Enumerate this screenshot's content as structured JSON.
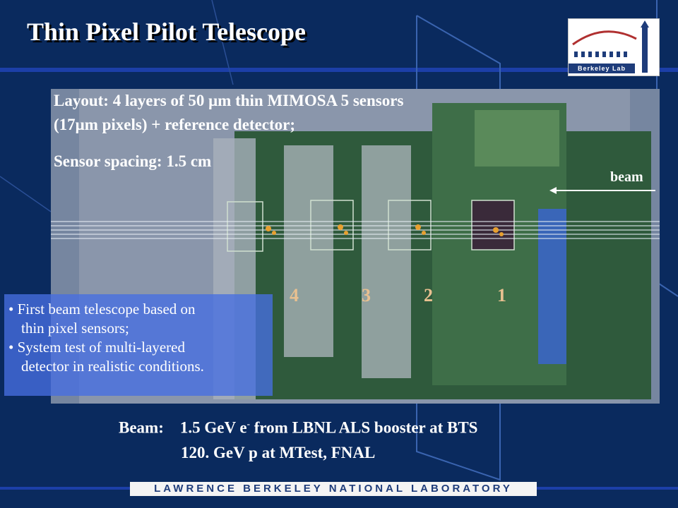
{
  "slide": {
    "title": "Thin Pixel Pilot Telescope",
    "logo_text": "Berkeley Lab",
    "layout_line1": "Layout: 4 layers of 50 μm thin MIMOSA 5 sensors",
    "layout_line2": "(17μm pixels) + reference detector;",
    "spacing": "Sensor spacing: 1.5 cm",
    "beam_label": "beam",
    "sensor_numbers": [
      "4",
      "3",
      "2",
      "1"
    ],
    "bullets": [
      {
        "line1": "• First beam telescope based on",
        "line2": "thin pixel sensors;"
      },
      {
        "line1": "• System test of multi-layered",
        "line2": "detector in realistic conditions."
      }
    ],
    "beam_info_prefix": "Beam:",
    "beam_info_line1_a": "1.5 GeV e",
    "beam_info_line1_sup": "-",
    "beam_info_line1_b": " from LBNL ALS booster at BTS",
    "beam_info_line2": "120.  GeV p at MTest, FNAL",
    "footer": "LAWRENCE BERKELEY NATIONAL LABORATORY"
  },
  "colors": {
    "background": "#0a2a5e",
    "bullet_box": "#466ee1",
    "sensor_number": "#e8c090",
    "footer_text": "#1e3c7a"
  }
}
